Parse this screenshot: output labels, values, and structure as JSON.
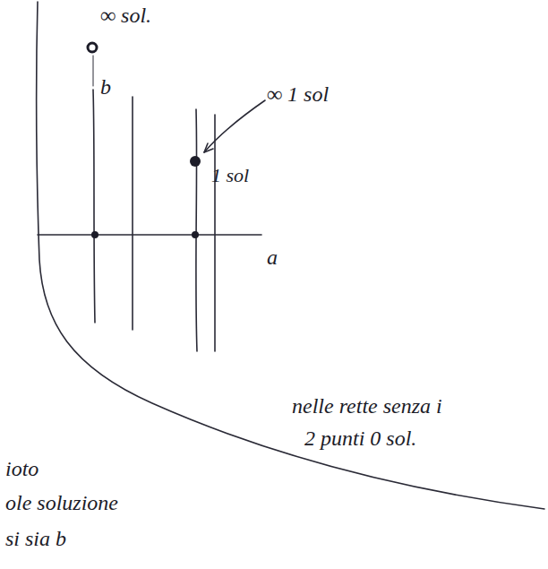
{
  "diagram": {
    "labels": [
      "∞ sol.",
      "b",
      "∞ 1 sol",
      "1 sol",
      "a",
      "nelle rette senza i",
      "2 punti 0 sol.",
      "ioto",
      "ole soluzione",
      "si sia b"
    ]
  }
}
